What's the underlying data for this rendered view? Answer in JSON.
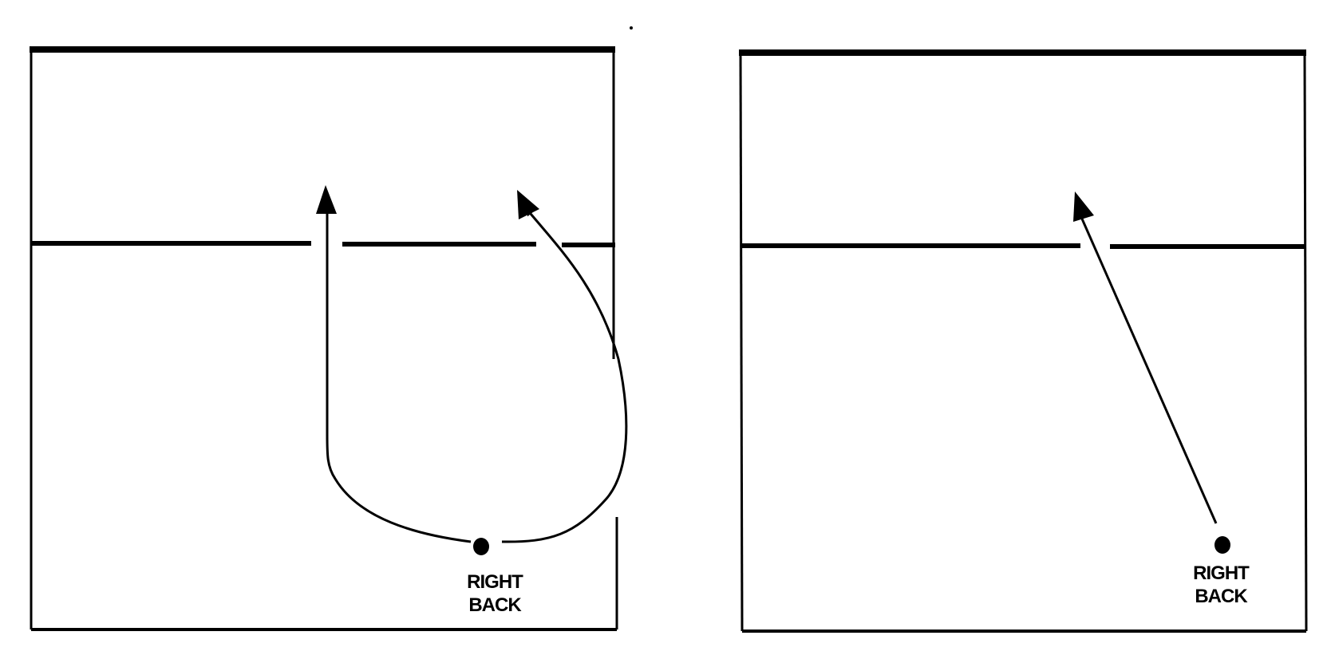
{
  "diagrams": [
    {
      "player_label_line1": "RIGHT",
      "player_label_line2": "BACK"
    },
    {
      "player_label_line1": "RIGHT",
      "player_label_line2": "BACK"
    }
  ],
  "colors": {
    "ink": "#000000",
    "background": "#ffffff"
  }
}
